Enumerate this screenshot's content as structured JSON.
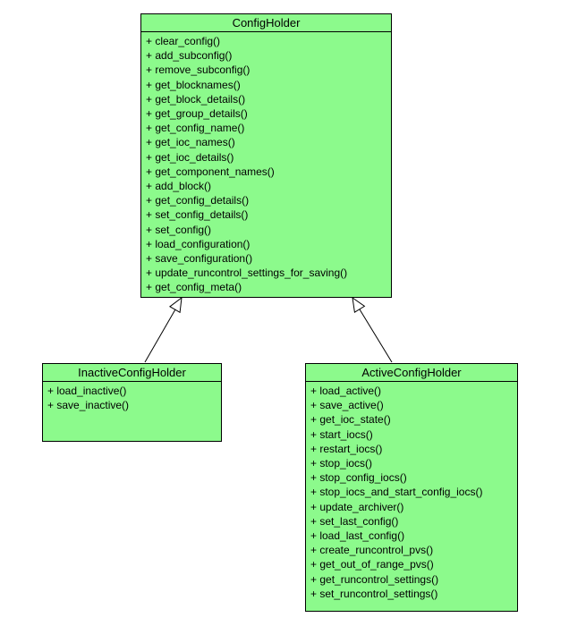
{
  "diagram": {
    "type": "uml-class-diagram",
    "colors": {
      "class_fill": "#8CFA8C",
      "border": "#000000",
      "text": "#000000",
      "background": "#FFFFFF"
    },
    "classes": [
      {
        "name": "ConfigHolder",
        "methods": [
          "+ clear_config()",
          "+ add_subconfig()",
          "+ remove_subconfig()",
          "+ get_blocknames()",
          "+ get_block_details()",
          "+ get_group_details()",
          "+ get_config_name()",
          "+ get_ioc_names()",
          "+ get_ioc_details()",
          "+ get_component_names()",
          "+ add_block()",
          "+ get_config_details()",
          "+ set_config_details()",
          "+ set_config()",
          "+ load_configuration()",
          "+ save_configuration()",
          "+ update_runcontrol_settings_for_saving()",
          "+ get_config_meta()"
        ]
      },
      {
        "name": "InactiveConfigHolder",
        "methods": [
          "+ load_inactive()",
          "+ save_inactive()"
        ]
      },
      {
        "name": "ActiveConfigHolder",
        "methods": [
          "+ load_active()",
          "+ save_active()",
          "+ get_ioc_state()",
          "+ start_iocs()",
          "+ restart_iocs()",
          "+ stop_iocs()",
          "+ stop_config_iocs()",
          "+ stop_iocs_and_start_config_iocs()",
          "+ update_archiver()",
          "+ set_last_config()",
          "+ load_last_config()",
          "+ create_runcontrol_pvs()",
          "+ get_out_of_range_pvs()",
          "+ get_runcontrol_settings()",
          "+ set_runcontrol_settings()"
        ]
      }
    ],
    "relations": [
      {
        "type": "generalization",
        "from": "InactiveConfigHolder",
        "to": "ConfigHolder"
      },
      {
        "type": "generalization",
        "from": "ActiveConfigHolder",
        "to": "ConfigHolder"
      }
    ]
  }
}
